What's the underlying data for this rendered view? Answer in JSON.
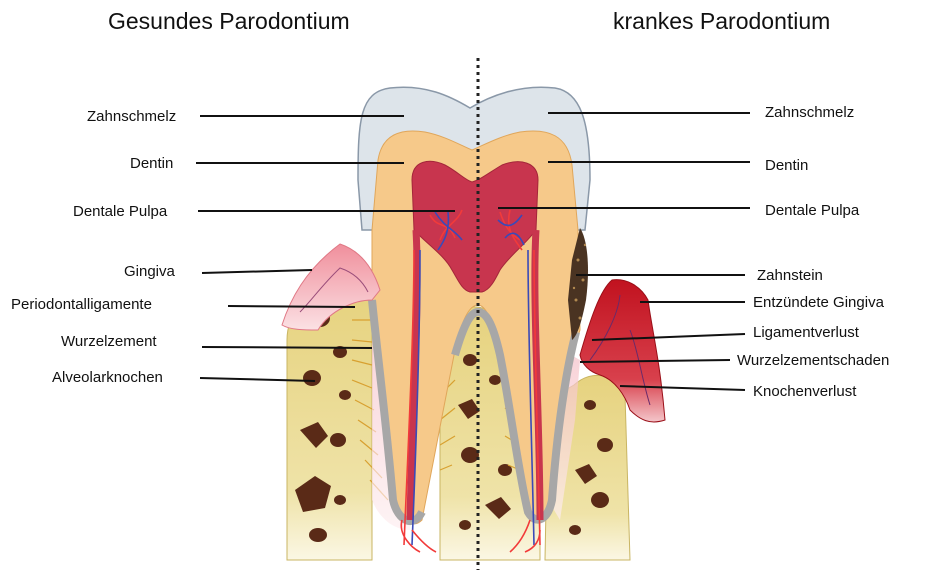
{
  "titles": {
    "left": "Gesundes Parodontium",
    "right": "krankes Parodontium"
  },
  "labels_left": [
    "Zahnschmelz",
    "Dentin",
    "Dentale Pulpa",
    "Gingiva",
    "Periodontalligamente",
    "Wurzelzement",
    "Alveolarknochen"
  ],
  "labels_right": [
    "Zahnschmelz",
    "Dentin",
    "Dentale Pulpa",
    "Zahnstein",
    "Entzündete Gingiva",
    "Ligamentverlust",
    "Wurzelzementschaden",
    "Knochenverlust"
  ],
  "colors": {
    "enamel": "#dde4ea",
    "dentin": "#f6c98a",
    "pulp": "#c8354e",
    "gum_healthy": "#ef9aa5",
    "gum_inflamed": "#c1121f",
    "bone": "#e8d78a",
    "bone_pores": "#5a2a17",
    "cementum": "#a7a7a7",
    "calculus": "#4a3322"
  }
}
